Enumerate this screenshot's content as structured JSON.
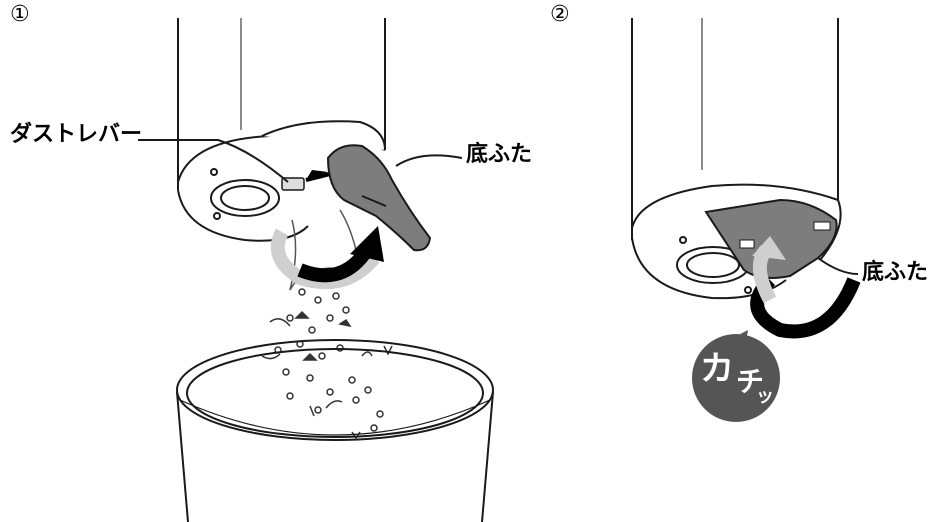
{
  "panels": [
    {
      "step": "①",
      "labels": {
        "dust_lever": "ダストレバー",
        "bottom_lid": "底ふた"
      }
    },
    {
      "step": "②",
      "labels": {
        "bottom_lid": "底ふた"
      },
      "sound": {
        "ka": "カ",
        "chi": "チ",
        "tsu": "ッ"
      }
    }
  ],
  "colors": {
    "line": "#1a1a1a",
    "lid_gray": "#7d7d7d",
    "badge_gray": "#555555",
    "arrow": "#000000",
    "arrow_light": "#cfcfcf"
  }
}
